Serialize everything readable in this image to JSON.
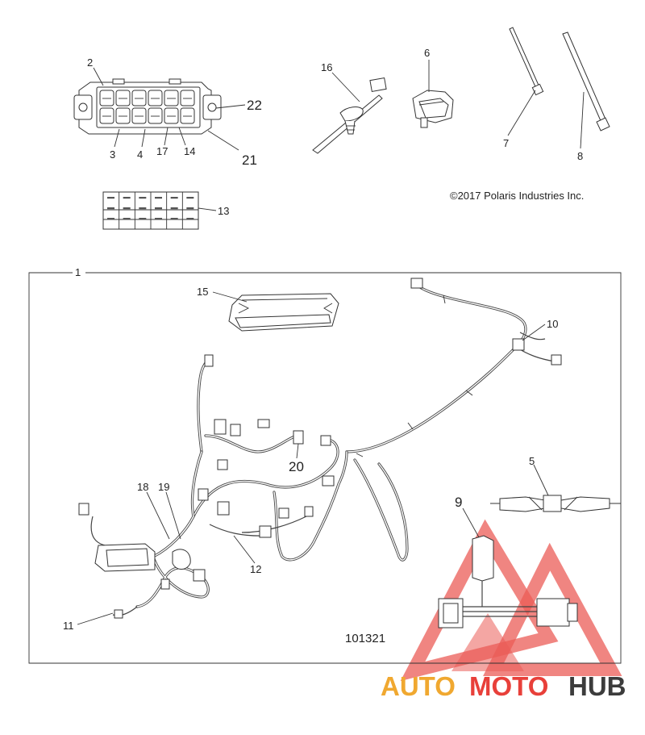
{
  "copyright": "©2017 Polaris Industries Inc.",
  "figure_number": "101321",
  "watermark": {
    "auto": "AUTO",
    "moto": "MOTO",
    "hub": "HUB",
    "colors": {
      "accent": "#f0a830",
      "red": "#e8403a",
      "gray": "#3c3c3c"
    }
  },
  "callouts": [
    {
      "id": "1",
      "text": "1"
    },
    {
      "id": "2",
      "text": "2"
    },
    {
      "id": "3",
      "text": "3"
    },
    {
      "id": "4",
      "text": "4"
    },
    {
      "id": "5",
      "text": "5"
    },
    {
      "id": "6",
      "text": "6"
    },
    {
      "id": "7",
      "text": "7"
    },
    {
      "id": "8",
      "text": "8"
    },
    {
      "id": "9",
      "text": "9"
    },
    {
      "id": "10",
      "text": "10"
    },
    {
      "id": "11",
      "text": "11"
    },
    {
      "id": "12",
      "text": "12"
    },
    {
      "id": "13",
      "text": "13"
    },
    {
      "id": "14",
      "text": "14"
    },
    {
      "id": "15",
      "text": "15"
    },
    {
      "id": "16",
      "text": "16"
    },
    {
      "id": "17",
      "text": "17"
    },
    {
      "id": "18",
      "text": "18"
    },
    {
      "id": "19",
      "text": "19"
    },
    {
      "id": "20",
      "text": "20"
    },
    {
      "id": "21",
      "text": "21"
    },
    {
      "id": "22",
      "text": "22"
    }
  ]
}
